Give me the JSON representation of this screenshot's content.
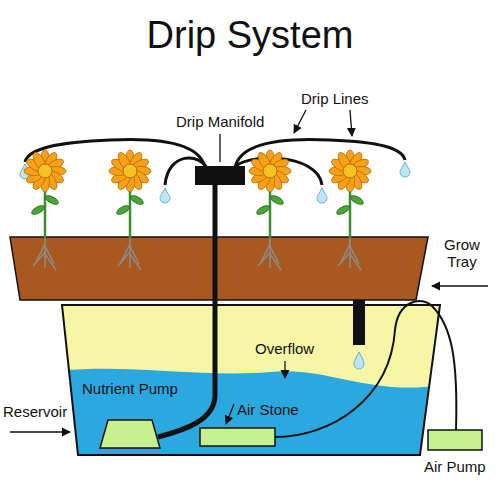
{
  "diagram": {
    "title": "Drip System",
    "labels": [
      "Drip Manifold",
      "Drip Lines",
      "Grow Tray",
      "Overflow",
      "Nutrient Pump",
      "Air Stone",
      "Reservoir",
      "Air Pump"
    ]
  }
}
